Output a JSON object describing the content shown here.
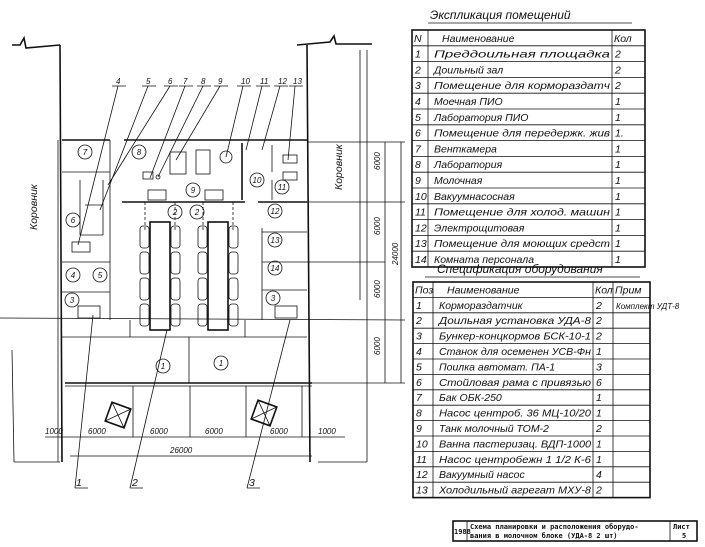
{
  "plan": {
    "barn_label": "Коровник",
    "leader_numbers": [
      "4",
      "5",
      "6",
      "7",
      "8",
      "9",
      "10",
      "11",
      "12",
      "13"
    ],
    "bottom_leaders": [
      "1",
      "2",
      "3"
    ],
    "room_marks": [
      {
        "n": "7"
      },
      {
        "n": "8"
      },
      {
        "n": "9"
      },
      {
        "n": "10"
      },
      {
        "n": "11"
      },
      {
        "n": "12"
      },
      {
        "n": "13"
      },
      {
        "n": "14"
      },
      {
        "n": "6"
      },
      {
        "n": "4"
      },
      {
        "n": "5"
      },
      {
        "n": "3"
      },
      {
        "n": "3"
      },
      {
        "n": "2"
      },
      {
        "n": "2"
      },
      {
        "n": "1"
      },
      {
        "n": "1"
      }
    ],
    "dims_bottom": [
      "1000",
      "6000",
      "6000",
      "6000",
      "6000",
      "1000"
    ],
    "dim_total_width": "26000",
    "dims_right": [
      "6000",
      "6000",
      "6000",
      "6000"
    ],
    "dim_total_length": "24000"
  },
  "rooms": {
    "title": "Экспликация помещений",
    "headers": [
      "N",
      "Наименование",
      "Кол"
    ],
    "rows": [
      [
        "1",
        "Преддоильная площадка",
        "2"
      ],
      [
        "2",
        "Доильный зал",
        "2"
      ],
      [
        "3",
        "Помещение для кормораздатч",
        "2"
      ],
      [
        "4",
        "Моечная ПИО",
        "1"
      ],
      [
        "5",
        "Лаборатория ПИО",
        "1"
      ],
      [
        "6",
        "Помещение для передержк. жив",
        "1."
      ],
      [
        "7",
        "Венткамера",
        "1"
      ],
      [
        "8",
        "Лаборатория",
        "1"
      ],
      [
        "9",
        "Молочная",
        "1"
      ],
      [
        "10",
        "Вакуумнасосная",
        "1"
      ],
      [
        "11",
        "Помещение для холод. машин",
        "1"
      ],
      [
        "12",
        "Электрощитовая",
        "1"
      ],
      [
        "13",
        "Помещение для моющих средст",
        "1"
      ],
      [
        "14",
        "Комната персонала",
        "1"
      ]
    ]
  },
  "equipment": {
    "title": "Спецификация оборудования",
    "headers": [
      "Поз",
      "Наименование",
      "Кол",
      "Прим"
    ],
    "rows": [
      [
        "1",
        "Кормораздатчик",
        "2",
        "Комплект УДТ-8"
      ],
      [
        "2",
        "Доильная установка УДА-8",
        "2",
        ""
      ],
      [
        "3",
        "Бункер-концкормов БСК-10-1",
        "2",
        ""
      ],
      [
        "4",
        "Станок для осеменен УСВ-Фн",
        "1",
        ""
      ],
      [
        "5",
        "Поилка автомат. ПА-1",
        "3",
        ""
      ],
      [
        "6",
        "Стойловая рама с привязью",
        "6",
        ""
      ],
      [
        "7",
        "Бак ОБК-250",
        "1",
        ""
      ],
      [
        "8",
        "Насос центроб. 36 МЦ-10/20",
        "1",
        ""
      ],
      [
        "9",
        "Танк молочный ТОМ-2",
        "2",
        ""
      ],
      [
        "10",
        "Ванна пастеризац. ВДП-1000",
        "1",
        ""
      ],
      [
        "11",
        "Насос центробежн 1 1/2 К-6",
        "1",
        ""
      ],
      [
        "12",
        "Вакуумный насос",
        "4",
        ""
      ],
      [
        "13",
        "Холодильный агрегат МХУ-8",
        "2",
        ""
      ]
    ]
  },
  "stamp": {
    "year": "1988",
    "caption_line1": "Схема планировки и расположения оборудо-",
    "caption_line2": "вания в молочном блоке (УДА-8 2 шт)",
    "sheet_label": "Лист",
    "sheet_number": "5"
  }
}
